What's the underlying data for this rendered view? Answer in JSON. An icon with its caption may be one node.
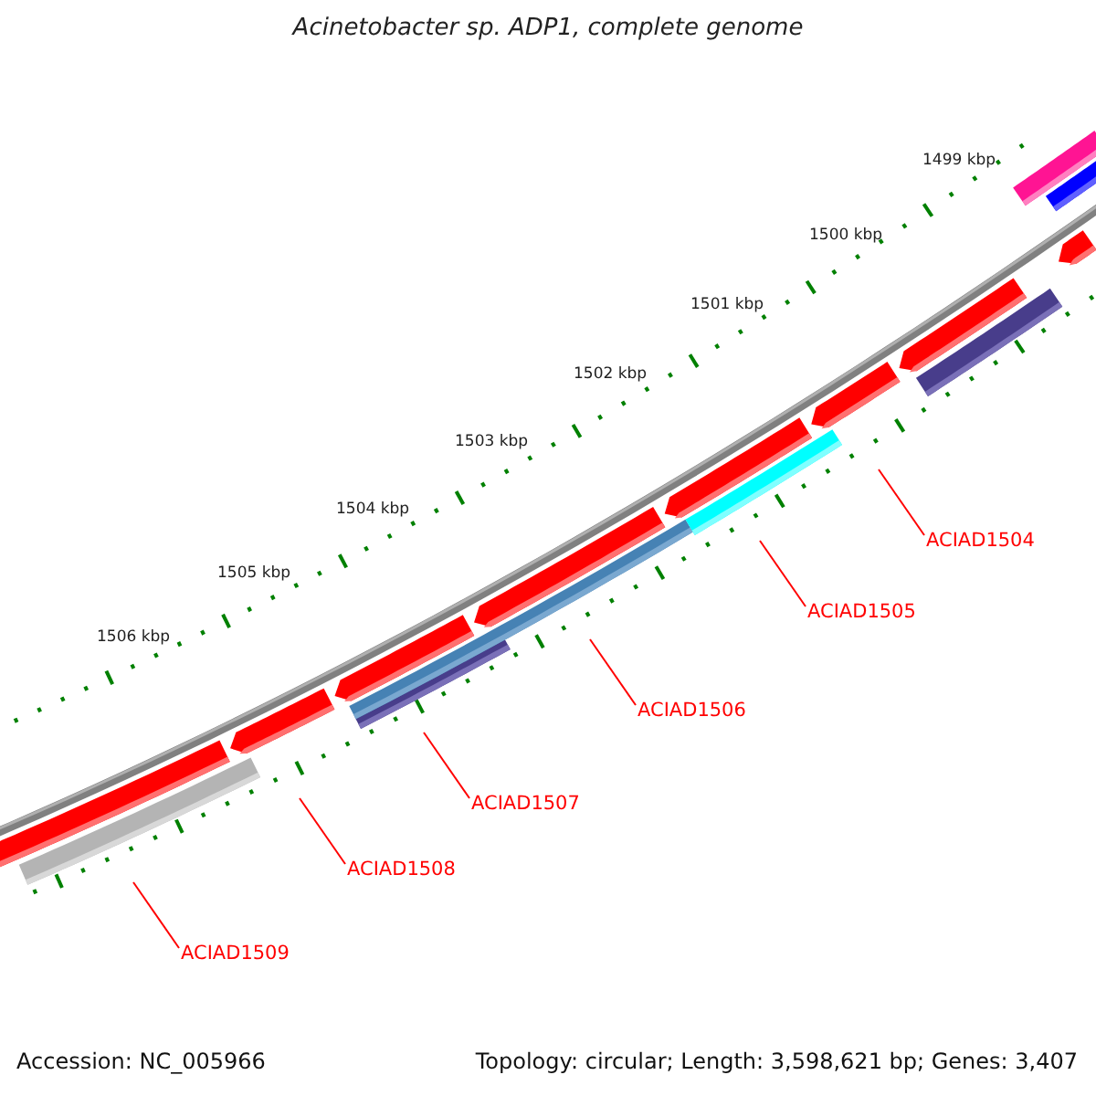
{
  "diagram": {
    "title": "Acinetobacter sp. ADP1, complete genome",
    "nodes": [
      {
        "text": [
          "ACIAD1504"
        ]
      },
      {
        "text": [
          "ACIAD1505"
        ]
      },
      {
        "text": [
          "ACIAD1506"
        ]
      },
      {
        "text": [
          "ACIAD1507"
        ]
      },
      {
        "text": [
          "ACIAD1508"
        ]
      },
      {
        "text": [
          "ACIAD1509"
        ]
      }
    ],
    "edges": [
      {
        "from": 0,
        "to": null,
        "arrow": "none"
      },
      {
        "from": 1,
        "to": null,
        "arrow": "none"
      },
      {
        "from": 2,
        "to": null,
        "arrow": "none"
      },
      {
        "from": 3,
        "to": null,
        "arrow": "none"
      },
      {
        "from": 4,
        "to": null,
        "arrow": "none"
      },
      {
        "from": 5,
        "to": null,
        "arrow": "none"
      }
    ],
    "labels": [
      "1499 kbp",
      "1500 kbp",
      "1501 kbp",
      "1502 kbp",
      "1503 kbp",
      "1504 kbp",
      "1505 kbp",
      "1506 kbp",
      "Accession: NC_005966",
      "Topology: circular; Length: 3,598,621 bp; Genes: 3,407"
    ]
  }
}
